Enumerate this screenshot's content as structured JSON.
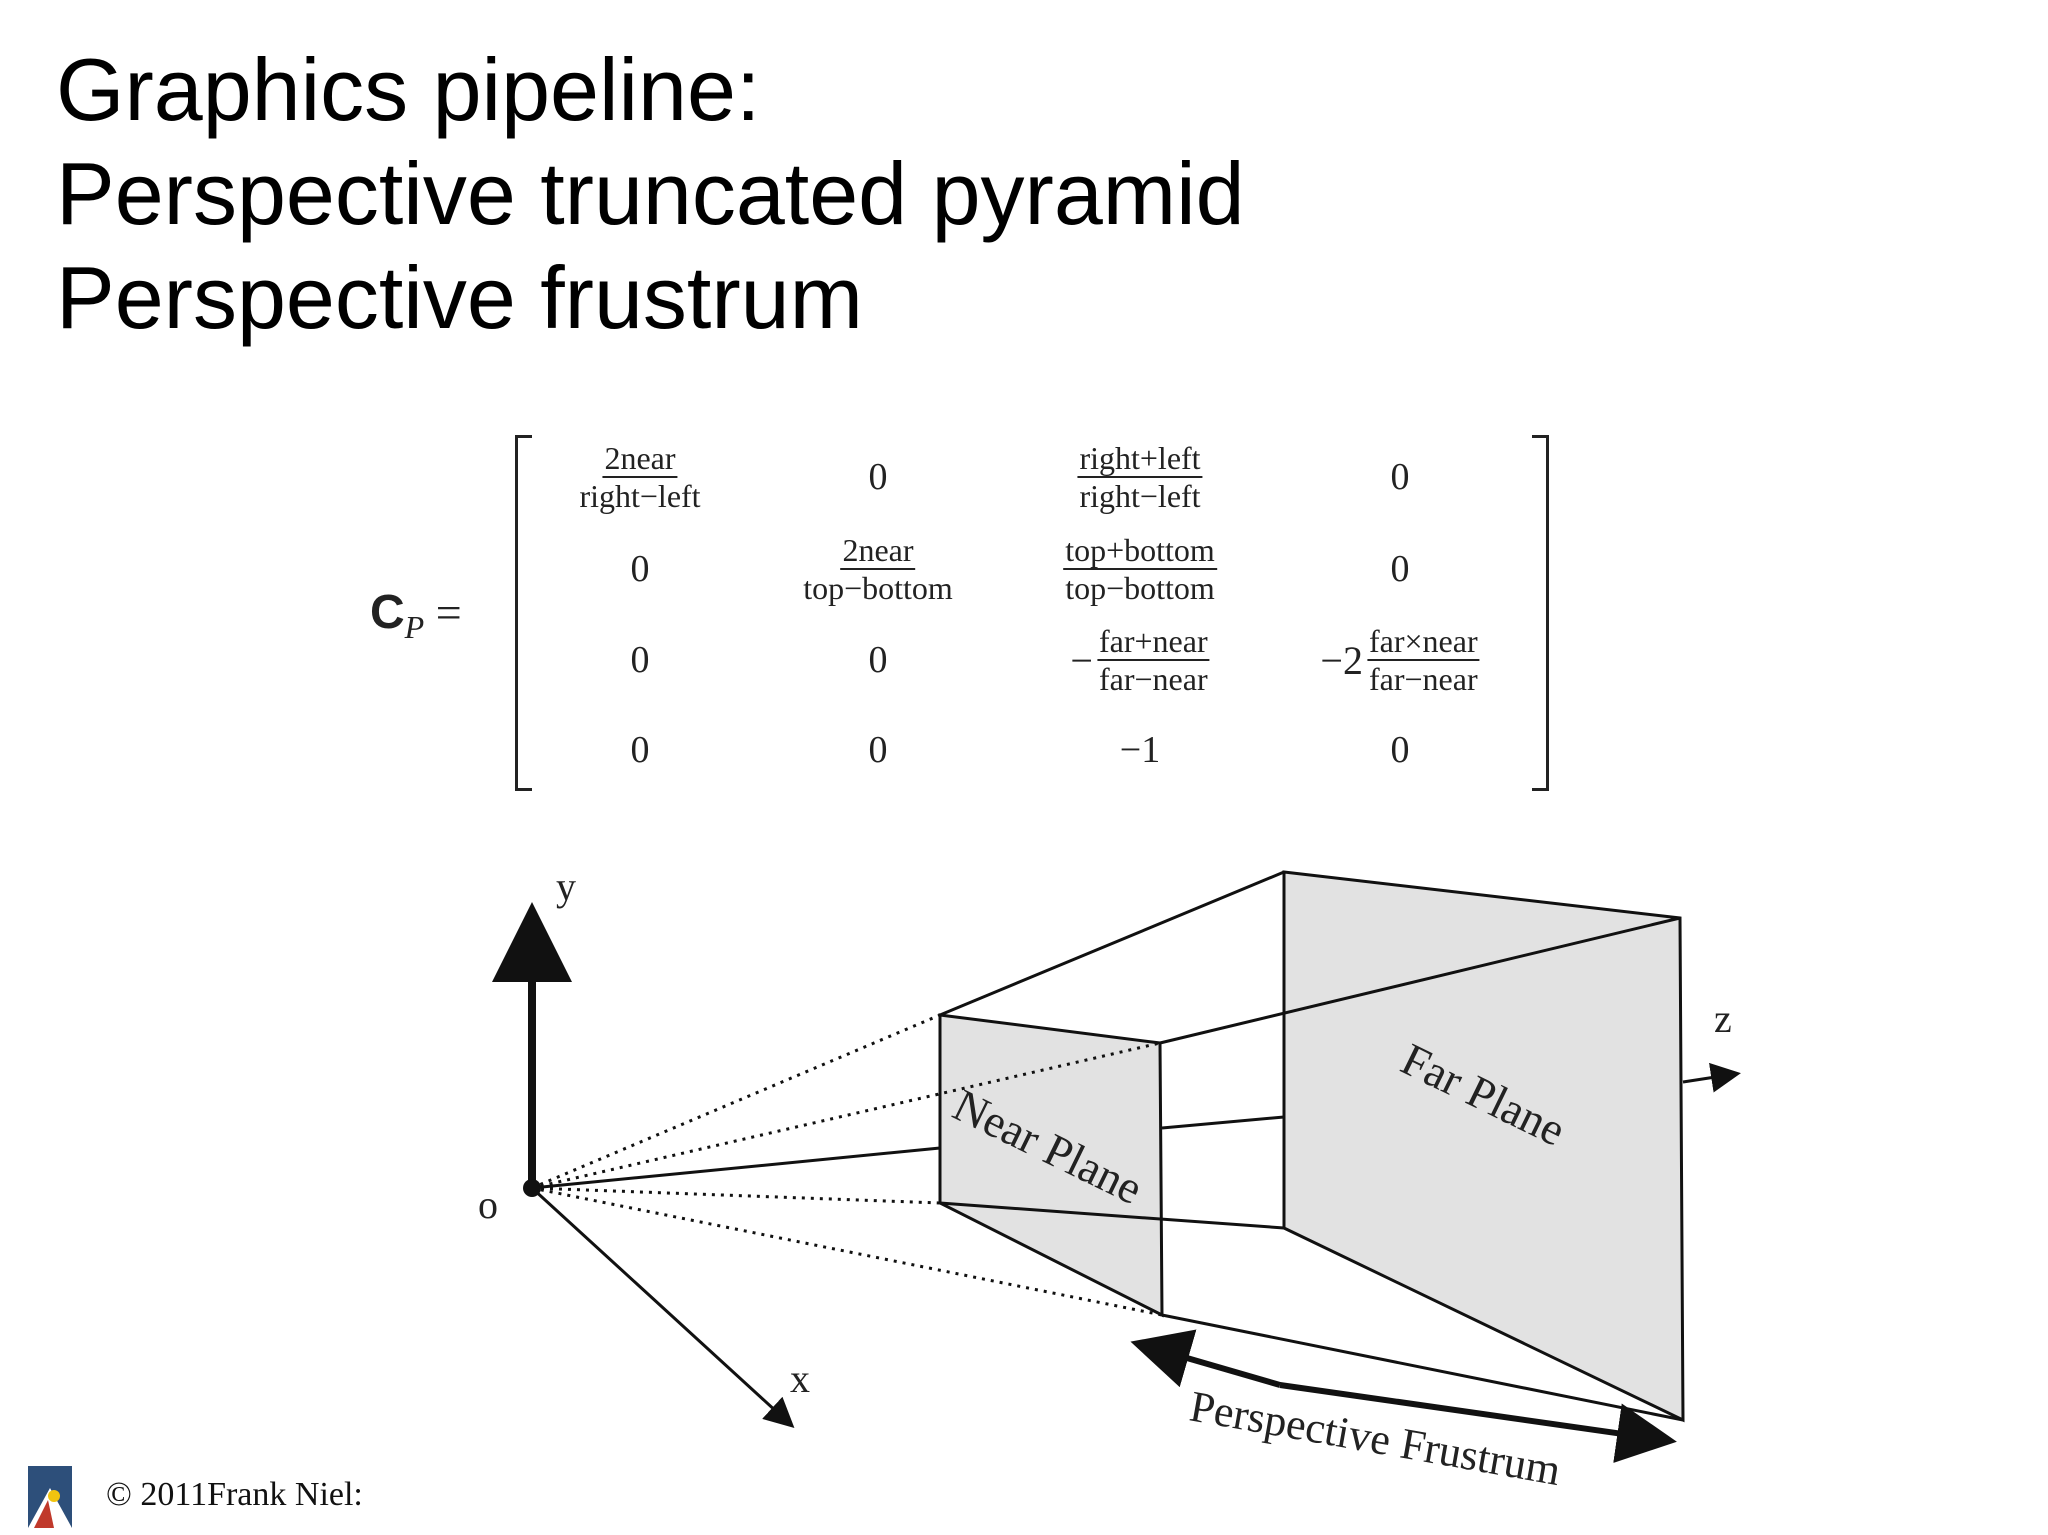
{
  "title": {
    "line1": "Graphics pipeline:",
    "line2": "Perspective truncated pyramid",
    "line3": "Perspective frustrum"
  },
  "matrix": {
    "symbol": "C",
    "subscript": "P",
    "equals": "=",
    "rows": [
      [
        {
          "num": "2near",
          "den": "right−left"
        },
        {
          "text": "0"
        },
        {
          "num": "right+left",
          "den": "right−left"
        },
        {
          "text": "0"
        }
      ],
      [
        {
          "text": "0"
        },
        {
          "num": "2near",
          "den": "top−bottom"
        },
        {
          "num": "top+bottom",
          "den": "top−bottom"
        },
        {
          "text": "0"
        }
      ],
      [
        {
          "text": "0"
        },
        {
          "text": "0"
        },
        {
          "prefix": "−",
          "num": "far+near",
          "den": "far−near"
        },
        {
          "prefix": "−2",
          "num": "far×near",
          "den": "far−near"
        }
      ],
      [
        {
          "text": "0"
        },
        {
          "text": "0"
        },
        {
          "text": "−1"
        },
        {
          "text": "0"
        }
      ]
    ]
  },
  "diagram": {
    "axis_y": "y",
    "axis_x": "x",
    "axis_z": "z",
    "origin": "o",
    "near_plane": "Near Plane",
    "far_plane": "Far Plane",
    "frustum_label": "Perspective Frustrum",
    "colors": {
      "plane_fill": "#e2e2e2",
      "line": "#111111"
    }
  },
  "footer": {
    "copyright": "© 2011Frank Niel:"
  }
}
